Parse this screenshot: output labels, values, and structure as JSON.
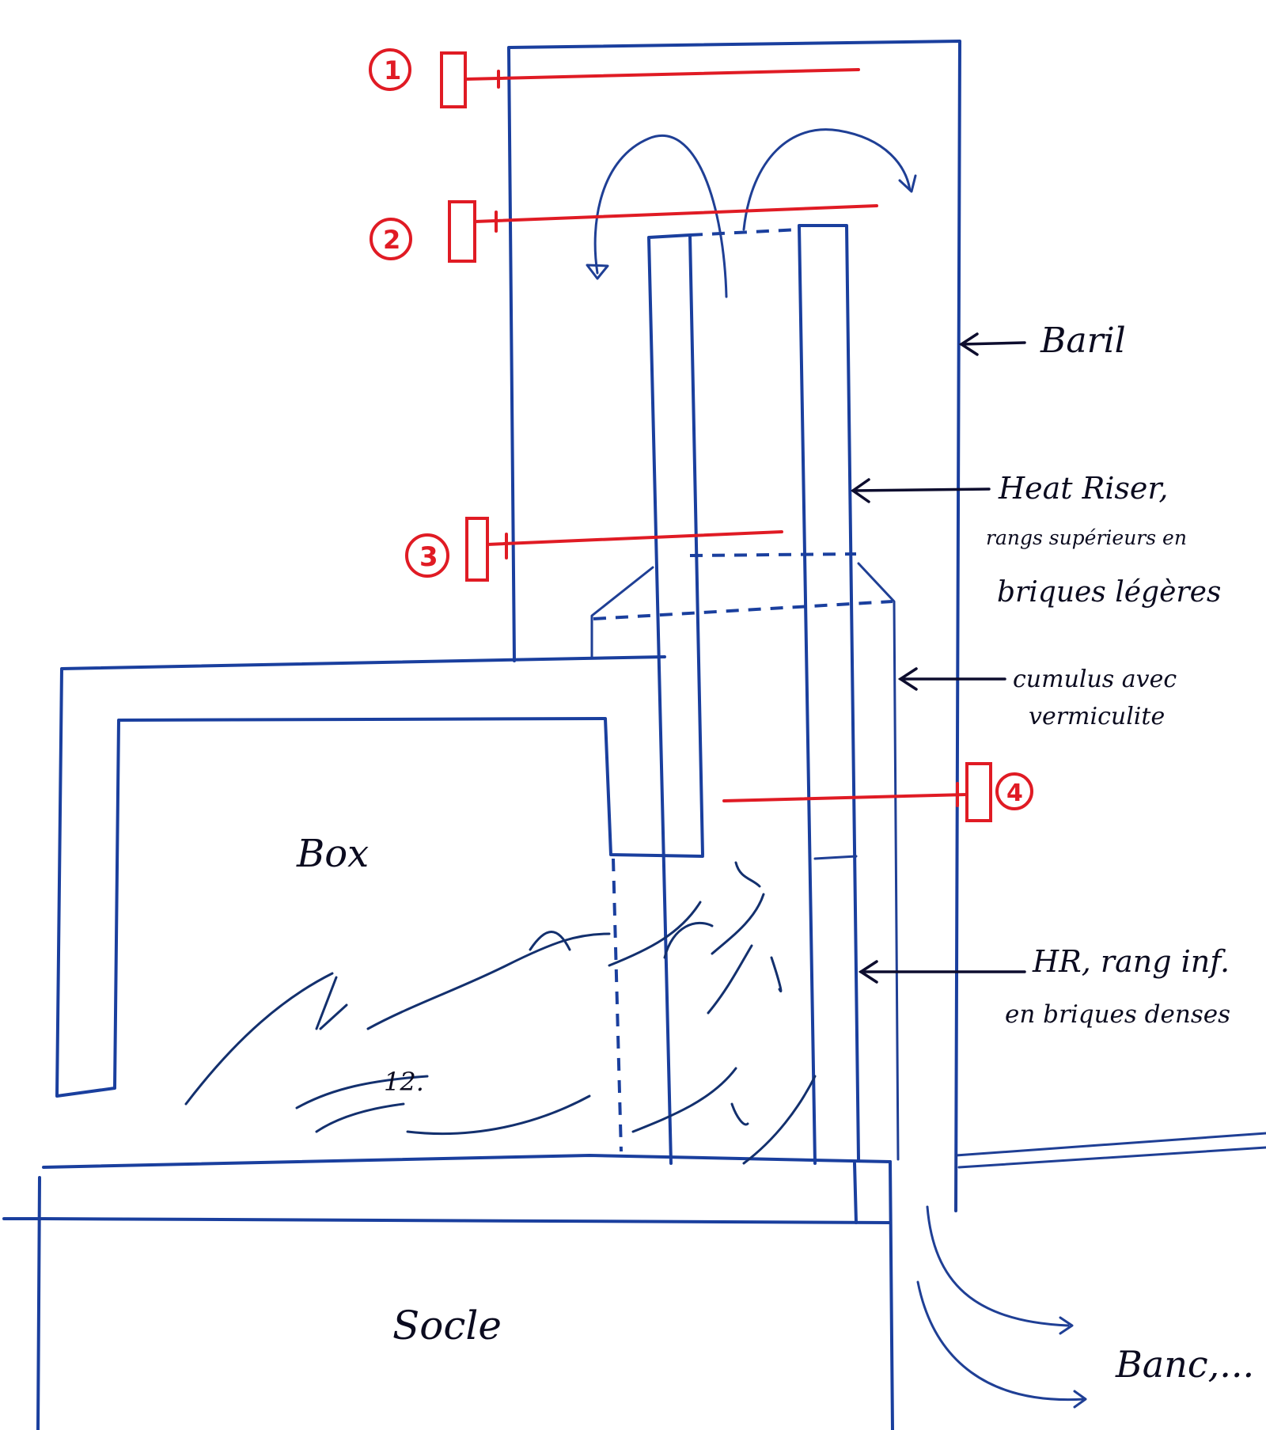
{
  "labels": {
    "baril": "Baril",
    "heat_riser_1": "Heat Riser,",
    "heat_riser_2": "rangs supérieurs en",
    "heat_riser_3": "briques légères",
    "cumulus_1": "cumulus avec",
    "cumulus_2": "vermiculite",
    "hr_dense_1": "HR, rang inf.",
    "hr_dense_2": "en briques denses",
    "box": "Box",
    "socle": "Socle",
    "banc": "Banc,...",
    "flame_number": "12."
  },
  "markers": [
    {
      "id": "1",
      "label": "1"
    },
    {
      "id": "2",
      "label": "2"
    },
    {
      "id": "3",
      "label": "3"
    },
    {
      "id": "4",
      "label": "4"
    }
  ],
  "colors": {
    "structure": "#1a3f9e",
    "sensors": "#e01b24",
    "text": "#0b0b1f"
  }
}
